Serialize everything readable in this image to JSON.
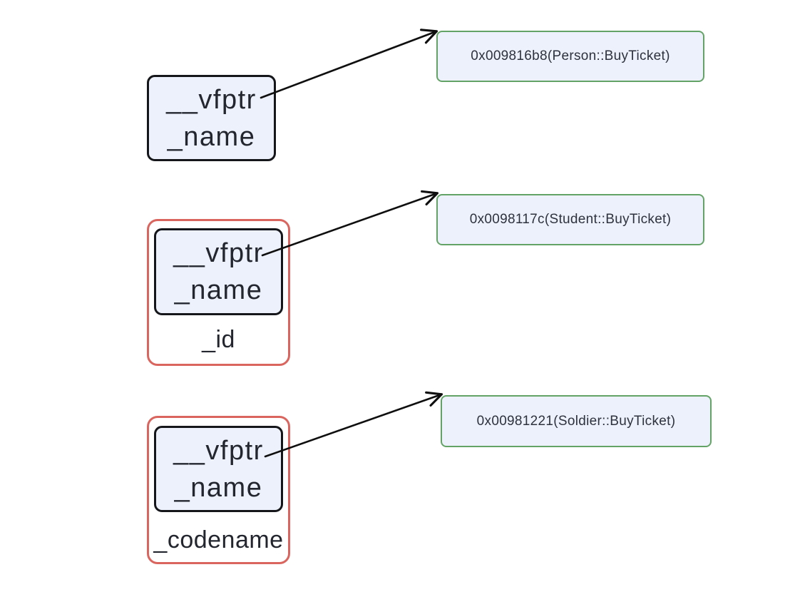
{
  "diagram": {
    "groups": [
      {
        "fields": {
          "vfptr": "__vfptr",
          "name": "_name"
        },
        "outer_label": "",
        "vtable_entry": "0x009816b8(Person::BuyTicket)"
      },
      {
        "fields": {
          "vfptr": "__vfptr",
          "name": "_name"
        },
        "outer_label": "_id",
        "vtable_entry": "0x0098117c(Student::BuyTicket)"
      },
      {
        "fields": {
          "vfptr": "__vfptr",
          "name": "_name"
        },
        "outer_label": "_codename",
        "vtable_entry": "0x00981221(Soldier::BuyTicket)"
      }
    ],
    "colors": {
      "canvas_bg": "#ffffff",
      "field_box_fill": "#edf1fb",
      "field_box_border": "#15161a",
      "object_box_border": "#d9655e",
      "vtable_box_border": "#63a466",
      "vtable_box_fill": "#edf1fb",
      "arrow": "#0f0f0f",
      "field_text": "#23262e",
      "vtable_text": "#2d323e"
    }
  }
}
